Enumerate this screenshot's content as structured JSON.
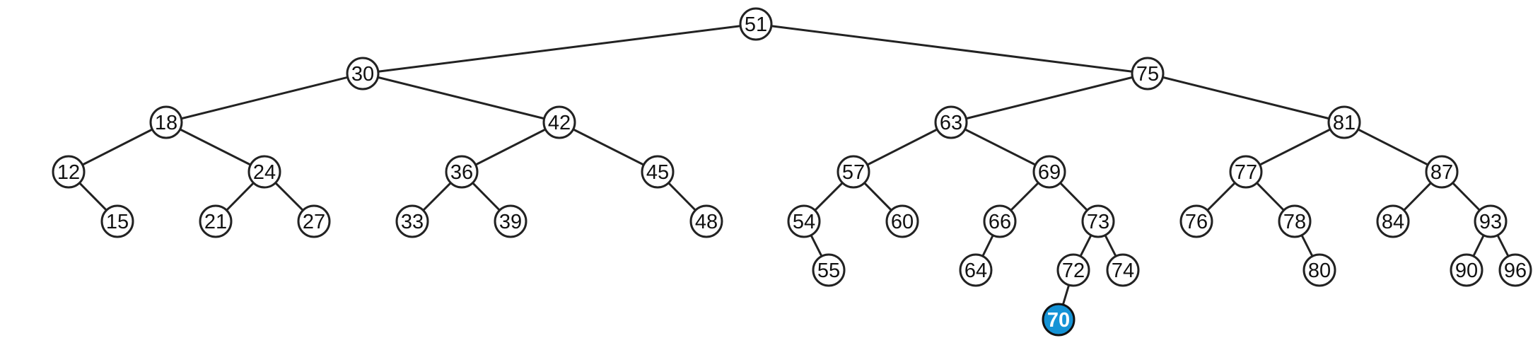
{
  "highlight_color": "#1593d6",
  "tree": {
    "nodes": [
      {
        "id": "n51",
        "label": "51"
      },
      {
        "id": "n30",
        "label": "30"
      },
      {
        "id": "n75",
        "label": "75"
      },
      {
        "id": "n18",
        "label": "18"
      },
      {
        "id": "n42",
        "label": "42"
      },
      {
        "id": "n63",
        "label": "63"
      },
      {
        "id": "n81",
        "label": "81"
      },
      {
        "id": "n12",
        "label": "12"
      },
      {
        "id": "n24",
        "label": "24"
      },
      {
        "id": "n36",
        "label": "36"
      },
      {
        "id": "n45",
        "label": "45"
      },
      {
        "id": "n57",
        "label": "57"
      },
      {
        "id": "n69",
        "label": "69"
      },
      {
        "id": "n77",
        "label": "77"
      },
      {
        "id": "n87",
        "label": "87"
      },
      {
        "id": "n15",
        "label": "15"
      },
      {
        "id": "n21",
        "label": "21"
      },
      {
        "id": "n27",
        "label": "27"
      },
      {
        "id": "n33",
        "label": "33"
      },
      {
        "id": "n39",
        "label": "39"
      },
      {
        "id": "n48",
        "label": "48"
      },
      {
        "id": "n54",
        "label": "54"
      },
      {
        "id": "n60",
        "label": "60"
      },
      {
        "id": "n66",
        "label": "66"
      },
      {
        "id": "n73",
        "label": "73"
      },
      {
        "id": "n76",
        "label": "76"
      },
      {
        "id": "n78",
        "label": "78"
      },
      {
        "id": "n84",
        "label": "84"
      },
      {
        "id": "n93",
        "label": "93"
      },
      {
        "id": "n55",
        "label": "55"
      },
      {
        "id": "n64",
        "label": "64"
      },
      {
        "id": "n72",
        "label": "72"
      },
      {
        "id": "n74",
        "label": "74"
      },
      {
        "id": "n80",
        "label": "80"
      },
      {
        "id": "n90",
        "label": "90"
      },
      {
        "id": "n96",
        "label": "96"
      },
      {
        "id": "n70",
        "label": "70",
        "highlighted": true
      }
    ],
    "edges": [
      [
        "n51",
        "n30"
      ],
      [
        "n51",
        "n75"
      ],
      [
        "n30",
        "n18"
      ],
      [
        "n30",
        "n42"
      ],
      [
        "n75",
        "n63"
      ],
      [
        "n75",
        "n81"
      ],
      [
        "n18",
        "n12"
      ],
      [
        "n18",
        "n24"
      ],
      [
        "n42",
        "n36"
      ],
      [
        "n42",
        "n45"
      ],
      [
        "n63",
        "n57"
      ],
      [
        "n63",
        "n69"
      ],
      [
        "n81",
        "n77"
      ],
      [
        "n81",
        "n87"
      ],
      [
        "n12",
        "n15"
      ],
      [
        "n24",
        "n21"
      ],
      [
        "n24",
        "n27"
      ],
      [
        "n36",
        "n33"
      ],
      [
        "n36",
        "n39"
      ],
      [
        "n45",
        "n48"
      ],
      [
        "n57",
        "n54"
      ],
      [
        "n57",
        "n60"
      ],
      [
        "n69",
        "n66"
      ],
      [
        "n69",
        "n73"
      ],
      [
        "n77",
        "n76"
      ],
      [
        "n77",
        "n78"
      ],
      [
        "n87",
        "n84"
      ],
      [
        "n87",
        "n93"
      ],
      [
        "n54",
        "n55"
      ],
      [
        "n66",
        "n64"
      ],
      [
        "n73",
        "n72"
      ],
      [
        "n73",
        "n74"
      ],
      [
        "n78",
        "n80"
      ],
      [
        "n93",
        "n90"
      ],
      [
        "n93",
        "n96"
      ],
      [
        "n72",
        "n70"
      ]
    ]
  }
}
